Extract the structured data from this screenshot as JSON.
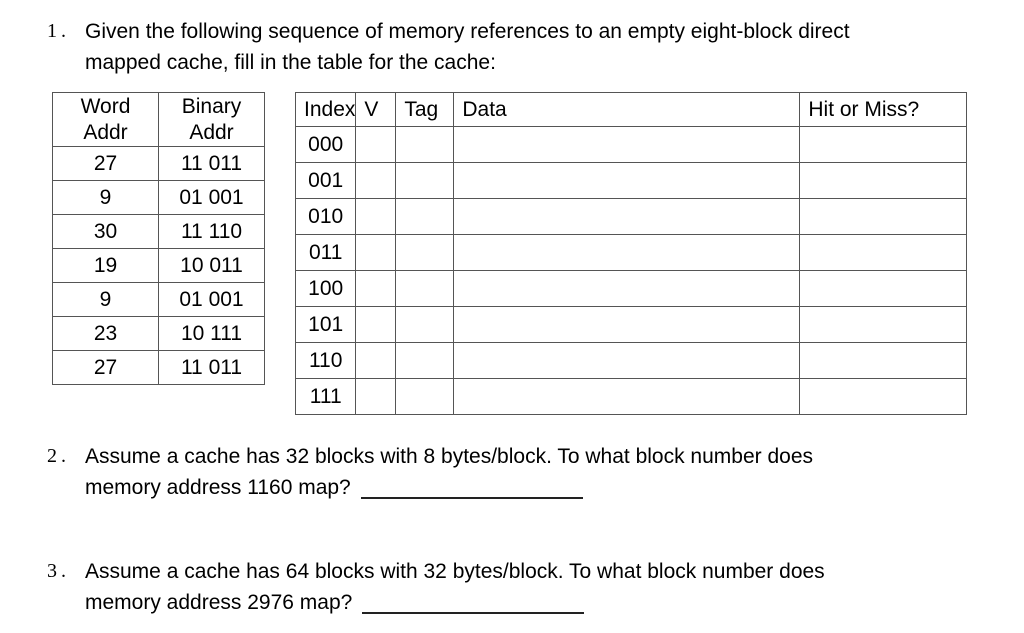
{
  "page": {
    "background_color": "#ffffff",
    "text_color": "#000000",
    "table_border_color": "#555555"
  },
  "question1": {
    "number": "1.",
    "line1": "Given the following sequence of memory references to an empty eight-block direct",
    "line2": "mapped cache, fill in the table for the cache:"
  },
  "reference_table": {
    "headers": [
      {
        "line1": "Word",
        "line2": "Addr"
      },
      {
        "line1": "Binary",
        "line2": "Addr"
      }
    ],
    "rows": [
      {
        "word": "27",
        "binary": "11 011"
      },
      {
        "word": "9",
        "binary": "01 001"
      },
      {
        "word": "30",
        "binary": "11 110"
      },
      {
        "word": "19",
        "binary": "10 011"
      },
      {
        "word": "9",
        "binary": "01 001"
      },
      {
        "word": "23",
        "binary": "10 111"
      },
      {
        "word": "27",
        "binary": "11 011"
      }
    ]
  },
  "cache_table": {
    "headers": [
      "Index",
      "V",
      "Tag",
      "Data",
      "Hit or Miss?"
    ],
    "rows": [
      {
        "index": "000",
        "v": "",
        "tag": "",
        "data": "",
        "hit": ""
      },
      {
        "index": "001",
        "v": "",
        "tag": "",
        "data": "",
        "hit": ""
      },
      {
        "index": "010",
        "v": "",
        "tag": "",
        "data": "",
        "hit": ""
      },
      {
        "index": "011",
        "v": "",
        "tag": "",
        "data": "",
        "hit": ""
      },
      {
        "index": "100",
        "v": "",
        "tag": "",
        "data": "",
        "hit": ""
      },
      {
        "index": "101",
        "v": "",
        "tag": "",
        "data": "",
        "hit": ""
      },
      {
        "index": "110",
        "v": "",
        "tag": "",
        "data": "",
        "hit": ""
      },
      {
        "index": "111",
        "v": "",
        "tag": "",
        "data": "",
        "hit": ""
      }
    ]
  },
  "question2": {
    "number": "2.",
    "line1": "Assume a cache has 32 blocks with 8 bytes/block. To what block number does",
    "line2": "memory address 1160 map?",
    "answer": ""
  },
  "question3": {
    "number": "3.",
    "line1": "Assume a cache has 64 blocks with 32 bytes/block. To what block number does",
    "line2": "memory address 2976 map?",
    "answer": ""
  }
}
